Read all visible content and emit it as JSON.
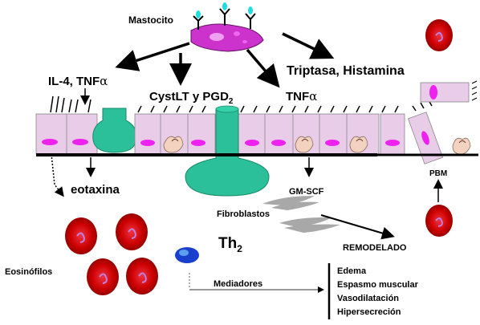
{
  "labels": {
    "mast_cell": "Mastocito",
    "il4": "IL-4, TNF",
    "alpha": "α",
    "cystlt": "CystLT y PGD",
    "sub2": "2",
    "tnf": "TNF",
    "tryptase": "Triptasa, Histamina",
    "eotaxin": "eotaxina",
    "gmcsf": "GM-SCF",
    "fibroblasts": "Fibroblastos",
    "pbm": "PBM",
    "remodel": "REMODELADO",
    "th": "Th",
    "th_sub": "2",
    "eosinophils": "Eosinófilos",
    "mediators": "Mediadores"
  },
  "effects": [
    "Edema",
    "Espasmo muscular",
    "Vasodilatación",
    "Hipersecreción"
  ],
  "colors": {
    "mast_cell": "#cc33cc",
    "epithelium": "#e8cce8",
    "nucleus": "#ee22ee",
    "goblet": "#2bbf9a",
    "eosinophil": "#cc0000",
    "th2": "#1a3fcc",
    "receptor_tip": "#22dddd"
  },
  "icons": [
    "ige-receptor-icon",
    "arrow-icon"
  ]
}
